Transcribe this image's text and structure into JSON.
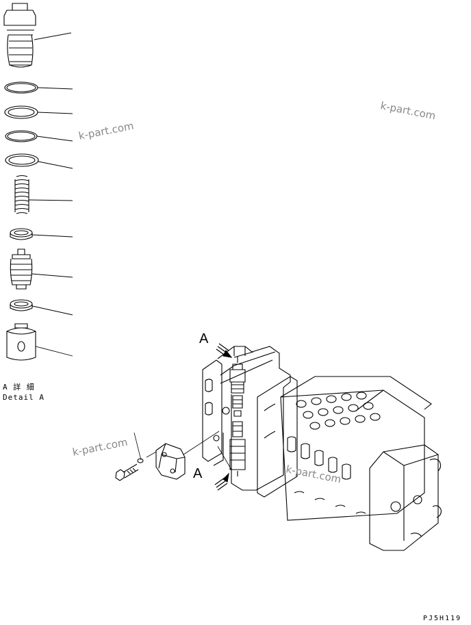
{
  "detail": {
    "title_ja": "A 詳 細",
    "title_en": "Detail A"
  },
  "callouts": {
    "top": "A",
    "bottom": "A"
  },
  "watermarks": [
    "k-part.com",
    "k-part.com",
    "k-part.com",
    "k-part.com"
  ],
  "drawing_code": "PJ5H119",
  "leader_lines": 10
}
